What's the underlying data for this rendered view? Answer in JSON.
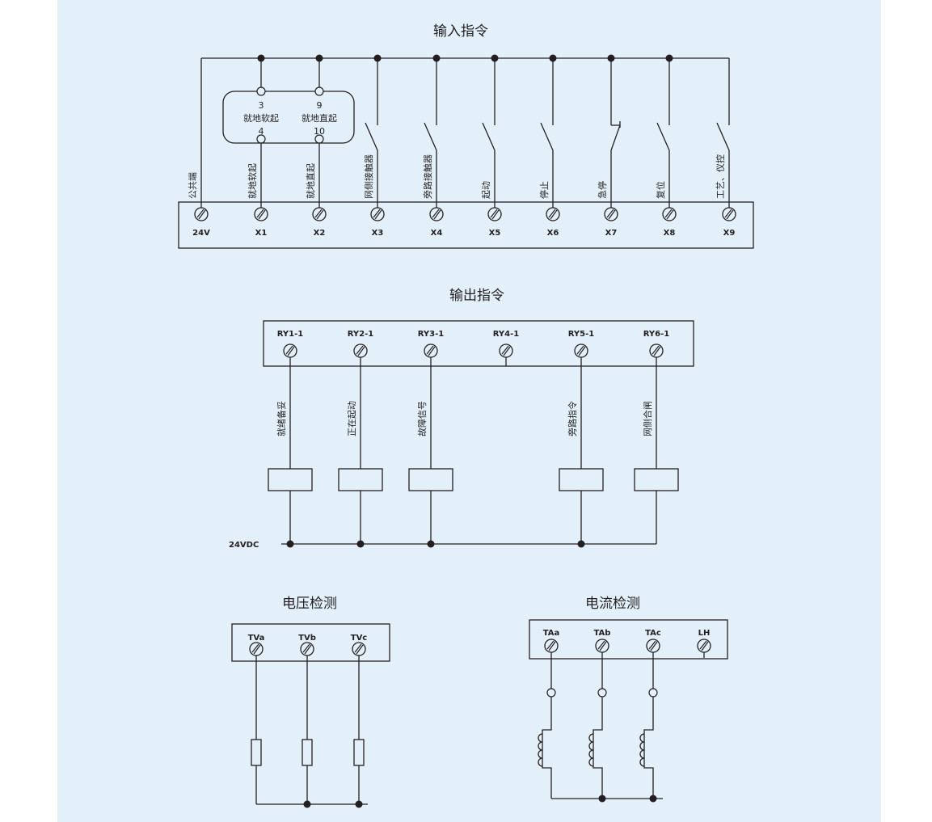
{
  "input": {
    "title": "输入指令",
    "terminals": [
      "24V",
      "X1",
      "X2",
      "X3",
      "X4",
      "X5",
      "X6",
      "X7",
      "X8",
      "X9"
    ],
    "wire_labels": [
      "公共端",
      "就地软起",
      "就地直起",
      "网侧接触器",
      "旁路接触器",
      "起动",
      "停止",
      "急停",
      "复位",
      "工艺、仪控"
    ],
    "local_box": {
      "left_top": "3",
      "left_name": "就地软起",
      "left_bottom": "4",
      "right_top": "9",
      "right_name": "就地直起",
      "right_bottom": "10"
    }
  },
  "output": {
    "title": "输出指令",
    "terminals": [
      "RY1-1",
      "RY2-1",
      "RY3-1",
      "RY4-1",
      "RY5-1",
      "RY6-1"
    ],
    "wire_labels": [
      "就绪备妥",
      "正在起动",
      "故障信号",
      "",
      "旁路指令",
      "网侧合闸"
    ],
    "supply": "24VDC"
  },
  "voltage": {
    "title": "电压检测",
    "terminals": [
      "TVa",
      "TVb",
      "TVc"
    ]
  },
  "current": {
    "title": "电流检测",
    "terminals": [
      "TAa",
      "TAb",
      "TAc",
      "LH"
    ]
  },
  "colors": {
    "background": "#e3f0fa",
    "line": "#231f20"
  }
}
